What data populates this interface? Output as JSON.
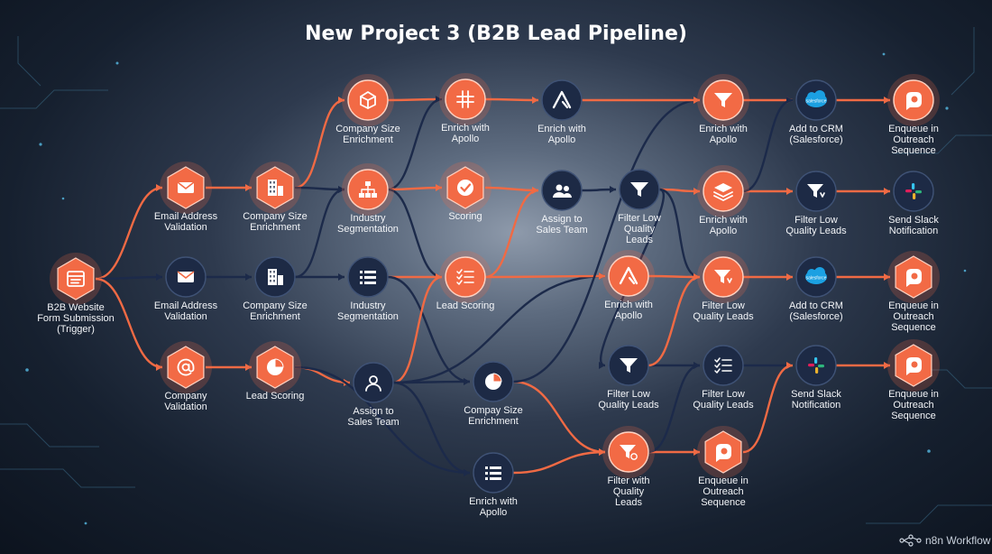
{
  "title": "New Project 3 (B2B Lead Pipeline)",
  "footer": "n8n Workflow",
  "colors": {
    "orange": "#f26a45",
    "navy": "#1d2a45",
    "orange_edge": "#f06a44",
    "navy_edge": "#1c2a4a"
  },
  "nodes": {
    "trigger": {
      "label": [
        "B2B Website",
        "Form Submission",
        "(Trigger)"
      ],
      "style": "orange",
      "shape": "hex",
      "icon": "form-icon"
    },
    "email_a": {
      "label": [
        "Email Address",
        "Validation"
      ],
      "style": "orange",
      "shape": "hex",
      "icon": "mail-icon"
    },
    "email_b": {
      "label": [
        "Email Address",
        "Validation"
      ],
      "style": "navy",
      "shape": "circle",
      "icon": "mail-icon"
    },
    "company_val": {
      "label": [
        "Company",
        "Validation"
      ],
      "style": "orange",
      "shape": "hex",
      "icon": "at-icon"
    },
    "size_a": {
      "label": [
        "Company Size",
        "Enrichment"
      ],
      "style": "orange",
      "shape": "hex",
      "icon": "building-icon"
    },
    "size_b": {
      "label": [
        "Company Size",
        "Enrichment"
      ],
      "style": "navy",
      "shape": "circle",
      "icon": "building-icon"
    },
    "lead_scoring_a": {
      "label": [
        "Lead Scoring"
      ],
      "style": "orange",
      "shape": "hex",
      "icon": "pie-icon"
    },
    "size_top": {
      "label": [
        "Company Size",
        "Enrichment"
      ],
      "style": "orange",
      "shape": "circle",
      "icon": "box-icon"
    },
    "industry_a": {
      "label": [
        "Industry",
        "Segmentation"
      ],
      "style": "orange",
      "shape": "circle",
      "icon": "hierarchy-icon"
    },
    "industry_b": {
      "label": [
        "Industry",
        "Segmentation"
      ],
      "style": "navy",
      "shape": "circle",
      "icon": "list-icon"
    },
    "assign_a": {
      "label": [
        "Assign to",
        "Sales Team"
      ],
      "style": "navy",
      "shape": "circle",
      "icon": "user-icon"
    },
    "apollo_top": {
      "label": [
        "Enrich with",
        "Apollo"
      ],
      "style": "orange",
      "shape": "circle",
      "icon": "hash-icon"
    },
    "scoring": {
      "label": [
        "Scoring"
      ],
      "style": "orange",
      "shape": "hex",
      "icon": "check-icon"
    },
    "lead_scoring_b": {
      "label": [
        "Lead Scoring"
      ],
      "style": "orange",
      "shape": "circle",
      "icon": "checklist-icon"
    },
    "size_mid": {
      "label": [
        "Compay Size",
        "Enrichment"
      ],
      "style": "navy",
      "shape": "circle",
      "icon": "pie-icon"
    },
    "apollo_low": {
      "label": [
        "Enrich with",
        "Apollo"
      ],
      "style": "navy",
      "shape": "circle",
      "icon": "list-icon"
    },
    "apollo_top2": {
      "label": [
        "Enrich with",
        "Apollo"
      ],
      "style": "navy",
      "shape": "circle",
      "icon": "apollo-icon"
    },
    "assign_b": {
      "label": [
        "Assign to",
        "Sales Team"
      ],
      "style": "navy",
      "shape": "circle",
      "icon": "users-icon"
    },
    "filter_low_a": {
      "label": [
        "Filter Low",
        "Quality",
        "Leads"
      ],
      "style": "navy",
      "shape": "circle",
      "icon": "funnel-icon"
    },
    "apollo_mid": {
      "label": [
        "Enrich with",
        "Apollo"
      ],
      "style": "orange",
      "shape": "circle",
      "icon": "apollo-icon"
    },
    "filter_low_b": {
      "label": [
        "Filter Low",
        "Quality Leads"
      ],
      "style": "navy",
      "shape": "circle",
      "icon": "funnel-icon"
    },
    "filter_quality": {
      "label": [
        "Filter with",
        "Quality",
        "Leads"
      ],
      "style": "orange",
      "shape": "circle",
      "icon": "funnel-dollar-icon"
    },
    "apollo_col7_top": {
      "label": [
        "Enrich with",
        "Apollo"
      ],
      "style": "orange",
      "shape": "circle",
      "icon": "funnel-icon"
    },
    "apollo_col7_mid": {
      "label": [
        "Enrich with",
        "Apollo"
      ],
      "style": "orange",
      "shape": "circle",
      "icon": "layers-icon"
    },
    "filter_low_c": {
      "label": [
        "Filter Low",
        "Quality Leads"
      ],
      "style": "orange",
      "shape": "circle",
      "icon": "funnel-down-icon"
    },
    "filter_low_d": {
      "label": [
        "Filter Low",
        "Quality Leads"
      ],
      "style": "navy",
      "shape": "circle",
      "icon": "checklist-icon"
    },
    "outreach_col7": {
      "label": [
        "Enqueue in",
        "Outreach",
        "Sequence"
      ],
      "style": "orange",
      "shape": "hex",
      "icon": "outreach-icon"
    },
    "crm_a": {
      "label": [
        "Add to CRM",
        "(Salesforce)"
      ],
      "style": "navy",
      "shape": "circle",
      "icon": "salesforce-icon"
    },
    "filter_low_e": {
      "label": [
        "Filter Low",
        "Quality Leads"
      ],
      "style": "navy",
      "shape": "circle",
      "icon": "funnel-down-icon"
    },
    "crm_b": {
      "label": [
        "Add to CRM",
        "(Salesforce)"
      ],
      "style": "navy",
      "shape": "circle",
      "icon": "salesforce-icon"
    },
    "slack_a": {
      "label": [
        "Send Slack",
        "Notification"
      ],
      "style": "navy",
      "shape": "circle",
      "icon": "slack-icon"
    },
    "outreach_a": {
      "label": [
        "Enqueue in",
        "Outreach",
        "Sequence"
      ],
      "style": "orange",
      "shape": "circle",
      "icon": "outreach-icon"
    },
    "slack_b": {
      "label": [
        "Send Slack",
        "Notification"
      ],
      "style": "navy",
      "shape": "circle",
      "icon": "slack-icon"
    },
    "outreach_b": {
      "label": [
        "Enqueue in",
        "Outreach",
        "Sequence"
      ],
      "style": "orange",
      "shape": "hex",
      "icon": "outreach-icon"
    },
    "outreach_c": {
      "label": [
        "Enqueue in",
        "Outreach",
        "Sequence"
      ],
      "style": "orange",
      "shape": "hex",
      "icon": "outreach-icon"
    }
  },
  "edges": [
    [
      "trigger",
      "email_a",
      "orange"
    ],
    [
      "trigger",
      "email_b",
      "navy"
    ],
    [
      "trigger",
      "company_val",
      "orange"
    ],
    [
      "email_a",
      "size_a",
      "orange"
    ],
    [
      "email_b",
      "size_b",
      "navy"
    ],
    [
      "company_val",
      "lead_scoring_a",
      "orange"
    ],
    [
      "size_a",
      "size_top",
      "orange"
    ],
    [
      "size_a",
      "industry_a",
      "navy"
    ],
    [
      "size_b",
      "industry_a",
      "navy"
    ],
    [
      "size_b",
      "industry_b",
      "navy"
    ],
    [
      "lead_scoring_a",
      "assign_a",
      "orange"
    ],
    [
      "lead_scoring_a",
      "apollo_low",
      "navy"
    ],
    [
      "size_top",
      "apollo_top",
      "orange"
    ],
    [
      "industry_a",
      "apollo_top",
      "navy"
    ],
    [
      "industry_a",
      "scoring",
      "orange"
    ],
    [
      "industry_a",
      "lead_scoring_b",
      "navy"
    ],
    [
      "industry_b",
      "lead_scoring_b",
      "orange"
    ],
    [
      "industry_b",
      "size_mid",
      "navy"
    ],
    [
      "assign_a",
      "lead_scoring_b",
      "orange"
    ],
    [
      "assign_a",
      "size_mid",
      "navy"
    ],
    [
      "assign_a",
      "apollo_low",
      "navy"
    ],
    [
      "assign_a",
      "apollo_mid",
      "navy"
    ],
    [
      "apollo_top",
      "apollo_top2",
      "orange"
    ],
    [
      "scoring",
      "assign_b",
      "orange"
    ],
    [
      "lead_scoring_b",
      "assign_b",
      "orange"
    ],
    [
      "lead_scoring_b",
      "apollo_mid",
      "orange"
    ],
    [
      "size_mid",
      "filter_quality",
      "orange"
    ],
    [
      "size_mid",
      "apollo_col7_top",
      "navy"
    ],
    [
      "apollo_low",
      "filter_quality",
      "orange"
    ],
    [
      "assign_b",
      "filter_low_a",
      "navy"
    ],
    [
      "apollo_top2",
      "apollo_col7_top",
      "orange"
    ],
    [
      "filter_low_a",
      "apollo_col7_mid",
      "orange"
    ],
    [
      "filter_low_a",
      "filter_low_b",
      "navy"
    ],
    [
      "filter_low_a",
      "filter_low_c",
      "navy"
    ],
    [
      "apollo_mid",
      "filter_low_c",
      "orange"
    ],
    [
      "filter_low_b",
      "filter_low_d",
      "navy"
    ],
    [
      "filter_low_b",
      "filter_low_c",
      "orange"
    ],
    [
      "filter_quality",
      "outreach_col7",
      "orange"
    ],
    [
      "filter_quality",
      "filter_low_d",
      "navy"
    ],
    [
      "apollo_col7_top",
      "crm_a",
      "orange"
    ],
    [
      "apollo_col7_mid",
      "filter_low_e",
      "orange"
    ],
    [
      "apollo_col7_mid",
      "crm_a",
      "navy"
    ],
    [
      "filter_low_c",
      "crm_b",
      "orange"
    ],
    [
      "filter_low_d",
      "slack_b",
      "navy"
    ],
    [
      "outreach_col7",
      "slack_b",
      "orange"
    ],
    [
      "crm_a",
      "outreach_a",
      "orange"
    ],
    [
      "filter_low_e",
      "slack_a",
      "orange"
    ],
    [
      "crm_b",
      "outreach_b",
      "orange"
    ],
    [
      "slack_b",
      "outreach_c",
      "orange"
    ]
  ]
}
